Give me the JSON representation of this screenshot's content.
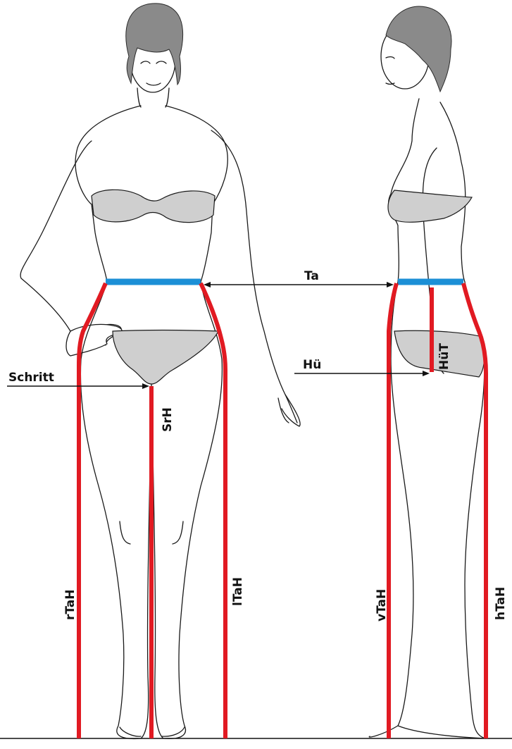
{
  "labels": {
    "waist": "Ta",
    "hip": "Hü",
    "crotch": "Schritt",
    "crotch_height": "SrH",
    "hip_depth": "HüT",
    "waist_height_right": "rTaH",
    "waist_height_left": "lTaH",
    "waist_height_front": "vTaH",
    "waist_height_back": "hTaH"
  },
  "colors": {
    "measure_line": "#e11a22",
    "waist_band": "#1c8fd6",
    "garment": "#cfcfcf",
    "hair": "#8a8a8a",
    "outline": "#1a1a1a"
  }
}
